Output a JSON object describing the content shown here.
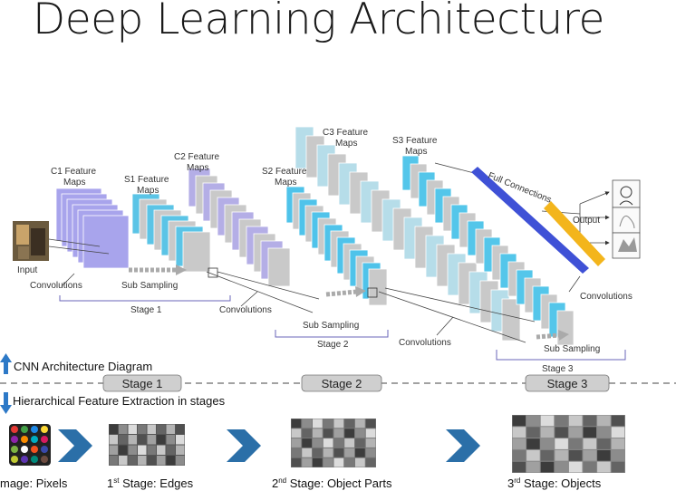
{
  "title": "Deep Learning Architecture",
  "layers": {
    "c1": "C1 Feature Maps",
    "s1": "S1 Feature Maps",
    "c2": "C2 Feature Maps",
    "s2": "S2 Feature Maps",
    "c3": "C3 Feature Maps",
    "s3": "S3 Feature Maps"
  },
  "labels": {
    "input": "Input",
    "convolutions": "Convolutions",
    "sub_sampling": "Sub Sampling",
    "full_connections": "Full Connections",
    "output": "Output",
    "stage1": "Stage 1",
    "stage2": "Stage 2",
    "stage3": "Stage 3"
  },
  "legend": {
    "cnn": "CNN Architecture Diagram",
    "hierarchical": "Hierarchical Feature Extraction in stages"
  },
  "stage_bar": [
    "Stage 1",
    "Stage 2",
    "Stage 3"
  ],
  "bottom": {
    "image": "mage: Pixels",
    "stage1_prefix": "1",
    "stage1_sup": "st",
    "stage1_rest": " Stage: Edges",
    "stage2_prefix": "2",
    "stage2_sup": "nd",
    "stage2_rest": " Stage: Object Parts",
    "stage3_prefix": "3",
    "stage3_sup": "rd",
    "stage3_rest": " Stage: Objects"
  },
  "colors": {
    "c1": "#a8a4ec",
    "s1": "#5bc4e6",
    "c2": "#b4aee6",
    "s2": "#4fc3ea",
    "c3": "#b6dde9",
    "s3": "#54c6ea",
    "gray": "#c9c9c9",
    "blue_bar": "#3f51d6",
    "orange_bar": "#f3b51c",
    "arrow_blue": "#2d79c7"
  }
}
